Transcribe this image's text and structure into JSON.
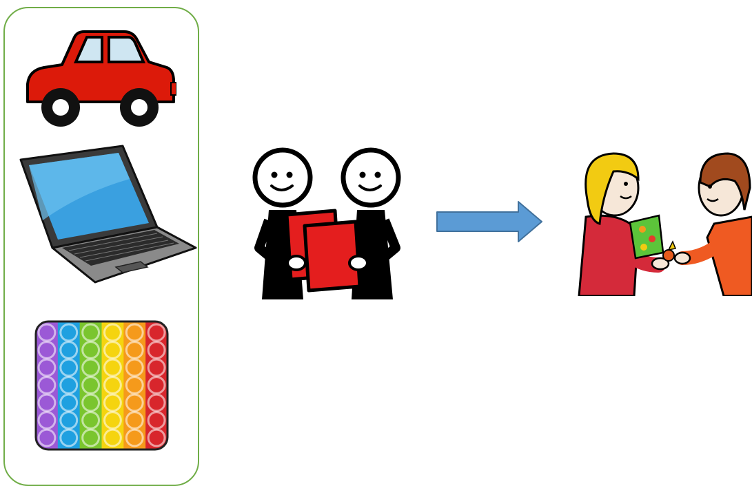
{
  "panel": {
    "border_color": "#70ad47"
  },
  "items": [
    {
      "name": "car",
      "icon": "car-icon",
      "color": "#dc1a0a"
    },
    {
      "name": "laptop",
      "icon": "laptop-icon",
      "screen_color": "#3aa0e0"
    },
    {
      "name": "pop-it toy",
      "icon": "pop-it-icon",
      "columns": [
        "#9b59d6",
        "#1fa0e0",
        "#7ac52e",
        "#f5d40f",
        "#f59a1b",
        "#d8262c"
      ]
    }
  ],
  "scene": {
    "left_icon": "two-people-holding-card-icon",
    "arrow_icon": "right-arrow-icon",
    "arrow_color": "#5b9bd5",
    "right_icon": "giving-gift-icon"
  }
}
